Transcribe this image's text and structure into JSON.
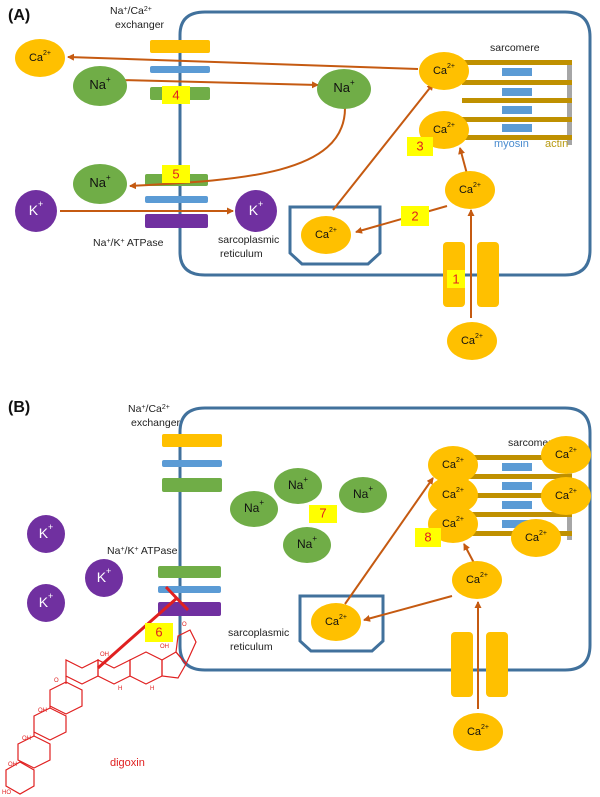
{
  "panel_a": {
    "label": "(A)",
    "exchanger_label": "Na+/Ca2+ exchanger",
    "atpase_label": "Na+/K+ ATPase",
    "sr_label": "sarcoplasmic reticulum",
    "sarcomere_label": "sarcomere",
    "myosin_label": "myosin",
    "actin_label": "actin",
    "steps": [
      "1",
      "2",
      "3",
      "4",
      "5"
    ]
  },
  "panel_b": {
    "label": "(B)",
    "exchanger_label": "Na+/Ca2+ exchanger",
    "atpase_label": "Na+/K+ ATPase",
    "sr_label": "sarcoplasmic reticulum",
    "sarcomere_label": "sarcomere",
    "drug_label": "digoxin",
    "steps": [
      "6",
      "7",
      "8"
    ]
  },
  "ions": {
    "ca": "Ca",
    "ca_charge": "2+",
    "na": "Na",
    "na_charge": "+",
    "k": "K",
    "k_charge": "+"
  },
  "colors": {
    "membrane": "#41719c",
    "calcium": "#ffc000",
    "sodium": "#70ad47",
    "potassium": "#7030a0",
    "arrow": "#c55a11",
    "step_bg": "#ffff00",
    "step_text": "#e02020",
    "myosin": "#5b9bd5",
    "actin": "#bf9000",
    "z_line": "#a6a6a6",
    "digoxin": "#e02020"
  }
}
